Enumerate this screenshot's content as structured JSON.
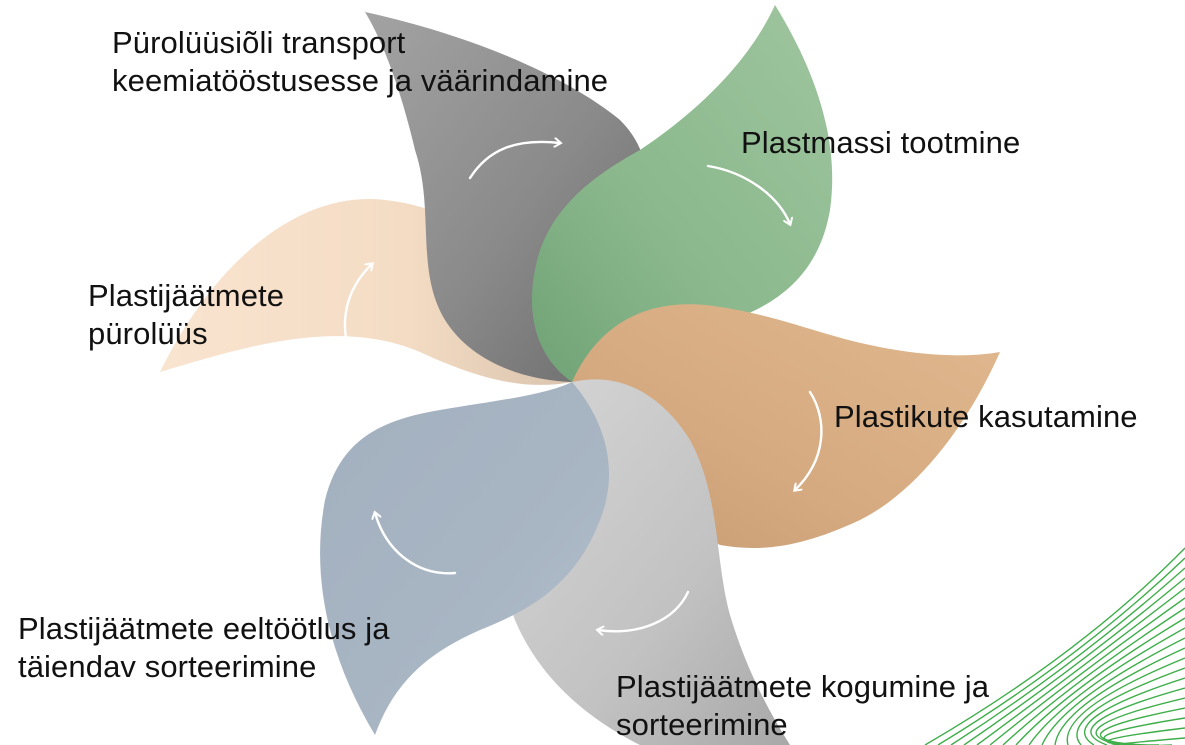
{
  "diagram": {
    "center": "cx",
    "steps": [
      {
        "id": "pyro-transport",
        "lines": [
          "Pürolüüsiõli transport",
          "keemiatööstusesse ja väärindamine"
        ],
        "color": "#8a8a8a"
      },
      {
        "id": "plastic-production",
        "lines": [
          "Plastmassi tootmine"
        ],
        "color": "#8fbb92"
      },
      {
        "id": "plastic-use",
        "lines": [
          "Plastikute kasutamine"
        ],
        "color": "#d8ad84"
      },
      {
        "id": "collection",
        "lines": [
          "Plastijäätmete kogumine ja",
          "sorteerimine"
        ],
        "color": "#c4c4c4"
      },
      {
        "id": "pretreatment",
        "lines": [
          "Plastijäätmete eeltöötlus ja",
          "täiendav sorteerimine"
        ],
        "color": "#a7b4c2"
      },
      {
        "id": "pyrolysis",
        "lines": [
          "Plastijäätmete",
          "pürolüüs"
        ],
        "color": "#f6dfca"
      }
    ],
    "arrow_color": "#ffffff",
    "corner_line_color": "#3fae4a"
  }
}
